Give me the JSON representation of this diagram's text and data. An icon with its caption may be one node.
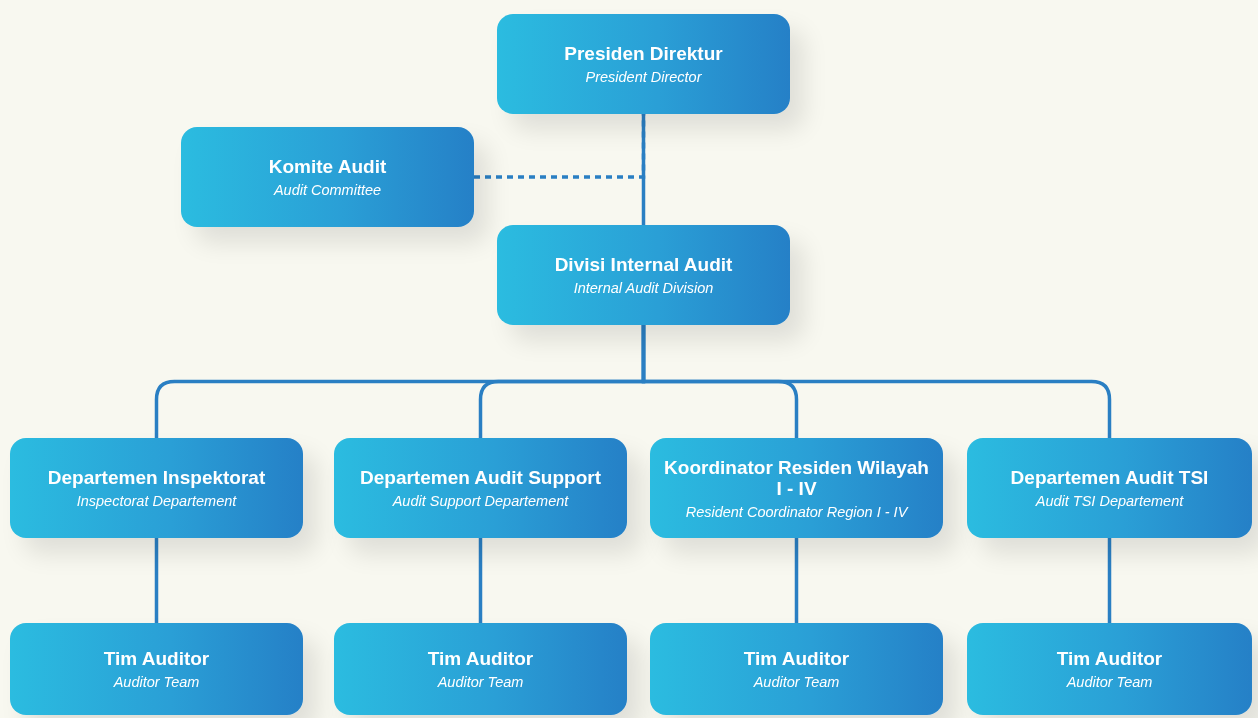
{
  "diagram": {
    "nodes": [
      {
        "text": [
          "Presiden Direktur",
          "President Director"
        ]
      },
      {
        "text": [
          "Komite Audit",
          "Audit Committee"
        ]
      },
      {
        "text": [
          "Divisi Internal Audit",
          "Internal Audit Division"
        ]
      },
      {
        "text": [
          "Departemen Inspektorat",
          "Inspectorat Departement"
        ]
      },
      {
        "text": [
          "Departemen Audit Support",
          "Audit Support Departement"
        ]
      },
      {
        "text": [
          "Koordinator Residen Wilayah I - IV",
          "Resident Coordinator Region I - IV"
        ]
      },
      {
        "text": [
          "Departemen Audit TSI",
          "Audit TSI Departement"
        ]
      },
      {
        "text": [
          "Tim Auditor",
          "Auditor Team"
        ]
      },
      {
        "text": [
          "Tim Auditor",
          "Auditor Team"
        ]
      },
      {
        "text": [
          "Tim Auditor",
          "Auditor Team"
        ]
      },
      {
        "text": [
          "Tim Auditor",
          "Auditor Team"
        ]
      }
    ],
    "edges": [
      {
        "from": 0,
        "to": 2,
        "arrow": "none"
      },
      {
        "from": 1,
        "to": 0,
        "arrow": "none",
        "style": "dashed"
      },
      {
        "from": 2,
        "to": 3,
        "arrow": "none"
      },
      {
        "from": 2,
        "to": 4,
        "arrow": "none"
      },
      {
        "from": 2,
        "to": 5,
        "arrow": "none"
      },
      {
        "from": 2,
        "to": 6,
        "arrow": "none"
      },
      {
        "from": 3,
        "to": 7,
        "arrow": "none"
      },
      {
        "from": 4,
        "to": 8,
        "arrow": "none"
      },
      {
        "from": 5,
        "to": 9,
        "arrow": "none"
      },
      {
        "from": 6,
        "to": 10,
        "arrow": "none"
      }
    ]
  }
}
